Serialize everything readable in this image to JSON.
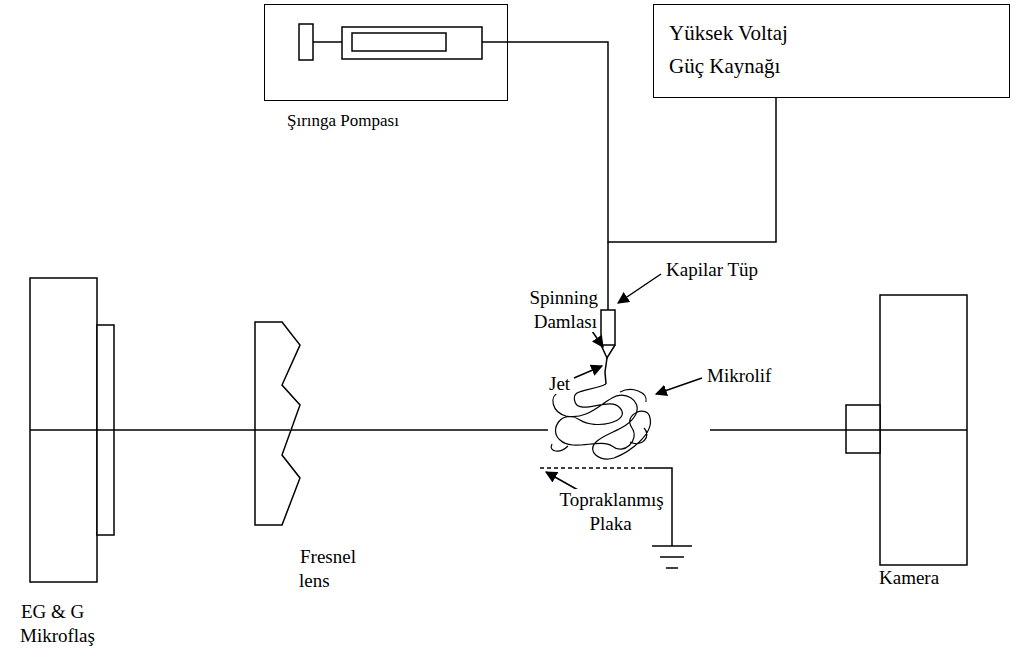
{
  "diagram": {
    "nodes": [
      {
        "text": [
          "Şırınga Pompası"
        ]
      },
      {
        "text": [
          "Yüksek Voltaj Güç Kaynağı"
        ]
      }
    ],
    "edges": [
      {
        "from": 0,
        "to": 1,
        "arrow": "none"
      }
    ],
    "labels": [
      "Spinning Damlası",
      "Kapilar Tüp",
      "Jet",
      "Mikrolif",
      "Topraklanmış Plaka",
      "Fresnel lens",
      "Kamera",
      "EG & G Mikroflaş"
    ]
  }
}
